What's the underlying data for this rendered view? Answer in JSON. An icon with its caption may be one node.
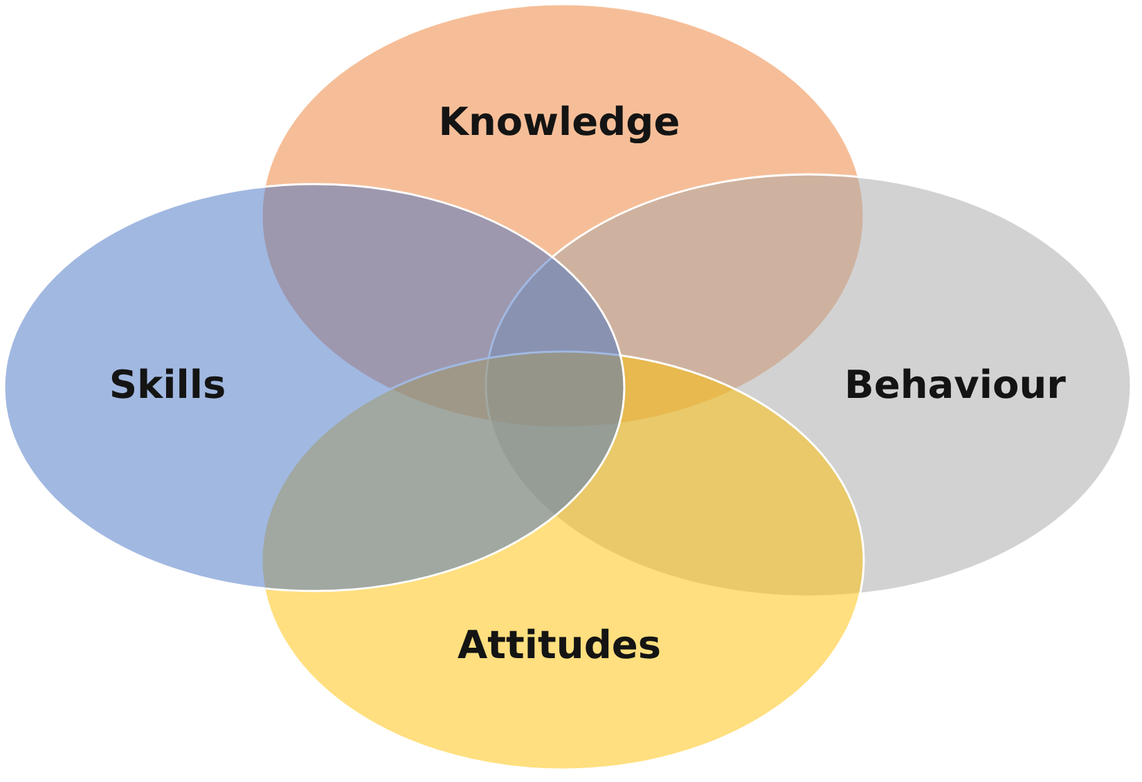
{
  "diagram": {
    "nodes": [
      {
        "text": [
          "Knowledge"
        ]
      },
      {
        "text": [
          "Skills"
        ]
      },
      {
        "text": [
          "Behaviour"
        ]
      },
      {
        "text": [
          "Attitudes"
        ]
      }
    ]
  }
}
